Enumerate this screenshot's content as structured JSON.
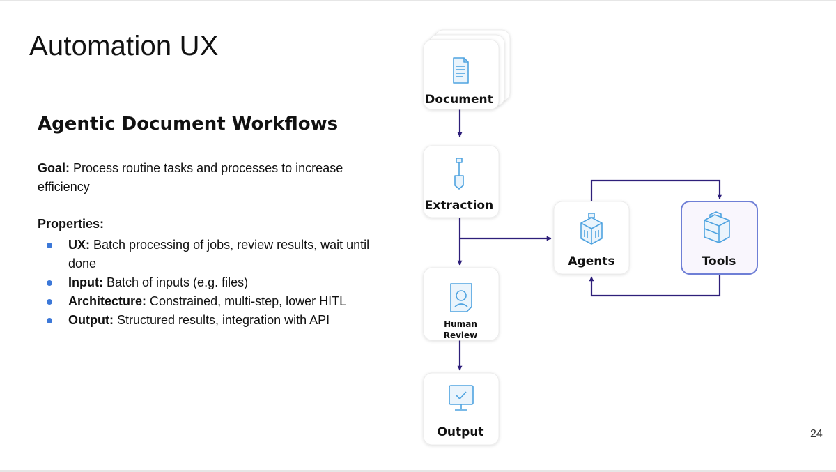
{
  "slide": {
    "title": "Automation UX",
    "page_number": "24"
  },
  "left": {
    "heading": "Agentic Document Workflows",
    "goal_label": "Goal:",
    "goal_text": " Process routine tasks and processes to increase efficiency",
    "properties_label": "Properties:",
    "properties": [
      {
        "label": "UX:",
        "text": " Batch processing of jobs, review results, wait until done"
      },
      {
        "label": "Input:",
        "text": " Batch of inputs (e.g. files)"
      },
      {
        "label": "Architecture:",
        "text": " Constrained, multi-step, lower HITL"
      },
      {
        "label": "Output:",
        "text": " Structured results, integration with API"
      }
    ]
  },
  "diagram": {
    "nodes": {
      "document": {
        "label": "Document",
        "icon": "document-icon"
      },
      "extraction": {
        "label": "Extraction",
        "icon": "shovel-icon"
      },
      "human_review": {
        "label_line1": "Human",
        "label_line2": "Review",
        "icon": "review-icon"
      },
      "output": {
        "label": "Output",
        "icon": "monitor-icon"
      },
      "agents": {
        "label": "Agents",
        "icon": "building-icon"
      },
      "tools": {
        "label": "Tools",
        "icon": "toolbox-icon"
      }
    },
    "colors": {
      "arrow": "#2e1f7a",
      "icon": "#4fa3e0",
      "tools_border": "#6f7fd6",
      "tools_fill": "#f9f6fd"
    }
  }
}
